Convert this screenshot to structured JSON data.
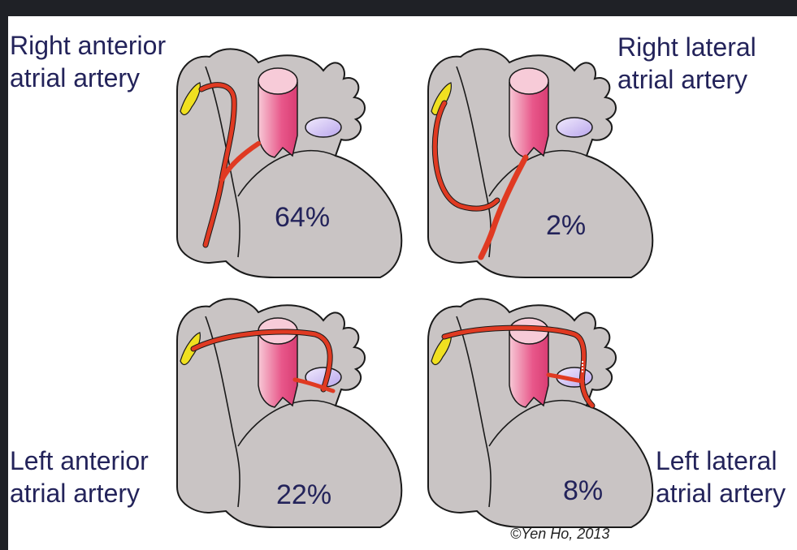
{
  "panels": [
    {
      "label_line1": "Right anterior",
      "label_line2": "atrial artery",
      "percent": "64%"
    },
    {
      "label_line1": "Right lateral",
      "label_line2": "atrial artery",
      "percent": "2%"
    },
    {
      "label_line1": "Left anterior",
      "label_line2": "atrial artery",
      "percent": "22%"
    },
    {
      "label_line1": "Left lateral",
      "label_line2": "atrial artery",
      "percent": "8%"
    }
  ],
  "credit": "©Yen Ho, 2013",
  "colors": {
    "heart": "#c9c4c4",
    "artery": "#e03a22",
    "aorta": "#e8578a",
    "valve": "#d8c8f2",
    "appendage": "#f0e020",
    "text": "#23235a"
  }
}
